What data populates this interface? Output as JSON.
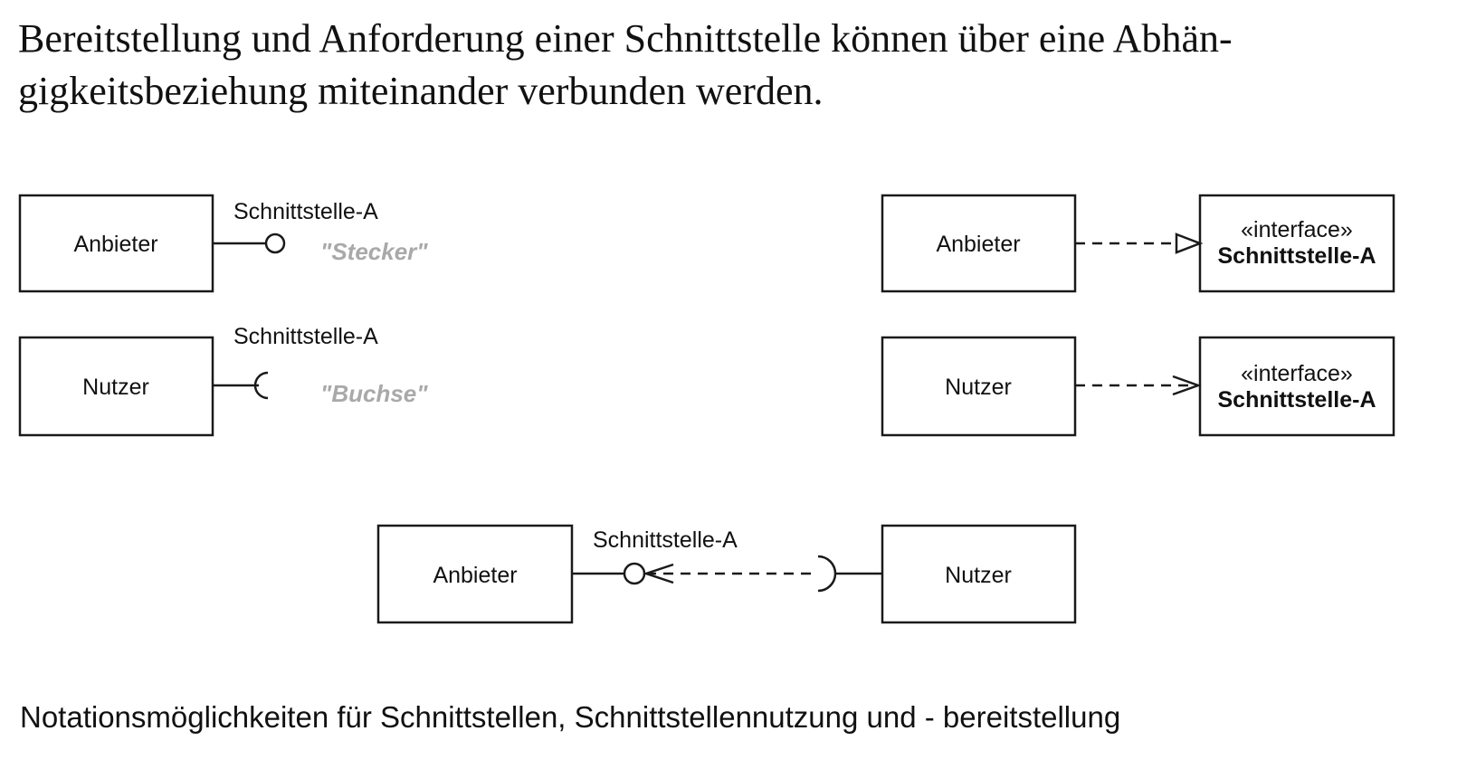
{
  "intro": {
    "line1": "Bereitstellung und Anforderung einer Schnittstelle können über eine Abhän-",
    "line2": "gigkeitsbeziehung miteinander verbunden werden."
  },
  "diagram": {
    "lollipop": {
      "component": "Anbieter",
      "interface": "Schnittstelle-A",
      "note": "\"Stecker\""
    },
    "socket": {
      "component": "Nutzer",
      "interface": "Schnittstelle-A",
      "note": "\"Buchse\""
    },
    "realization": {
      "component": "Anbieter",
      "stereotype": "«interface»",
      "interface": "Schnittstelle-A"
    },
    "usage": {
      "component": "Nutzer",
      "stereotype": "«interface»",
      "interface": "Schnittstelle-A"
    },
    "assembly": {
      "provider": "Anbieter",
      "consumer": "Nutzer",
      "interface": "Schnittstelle-A"
    }
  },
  "caption": "Notationsmöglichkeiten für Schnittstellen, Schnittstellennutzung und  - bereitstellung"
}
